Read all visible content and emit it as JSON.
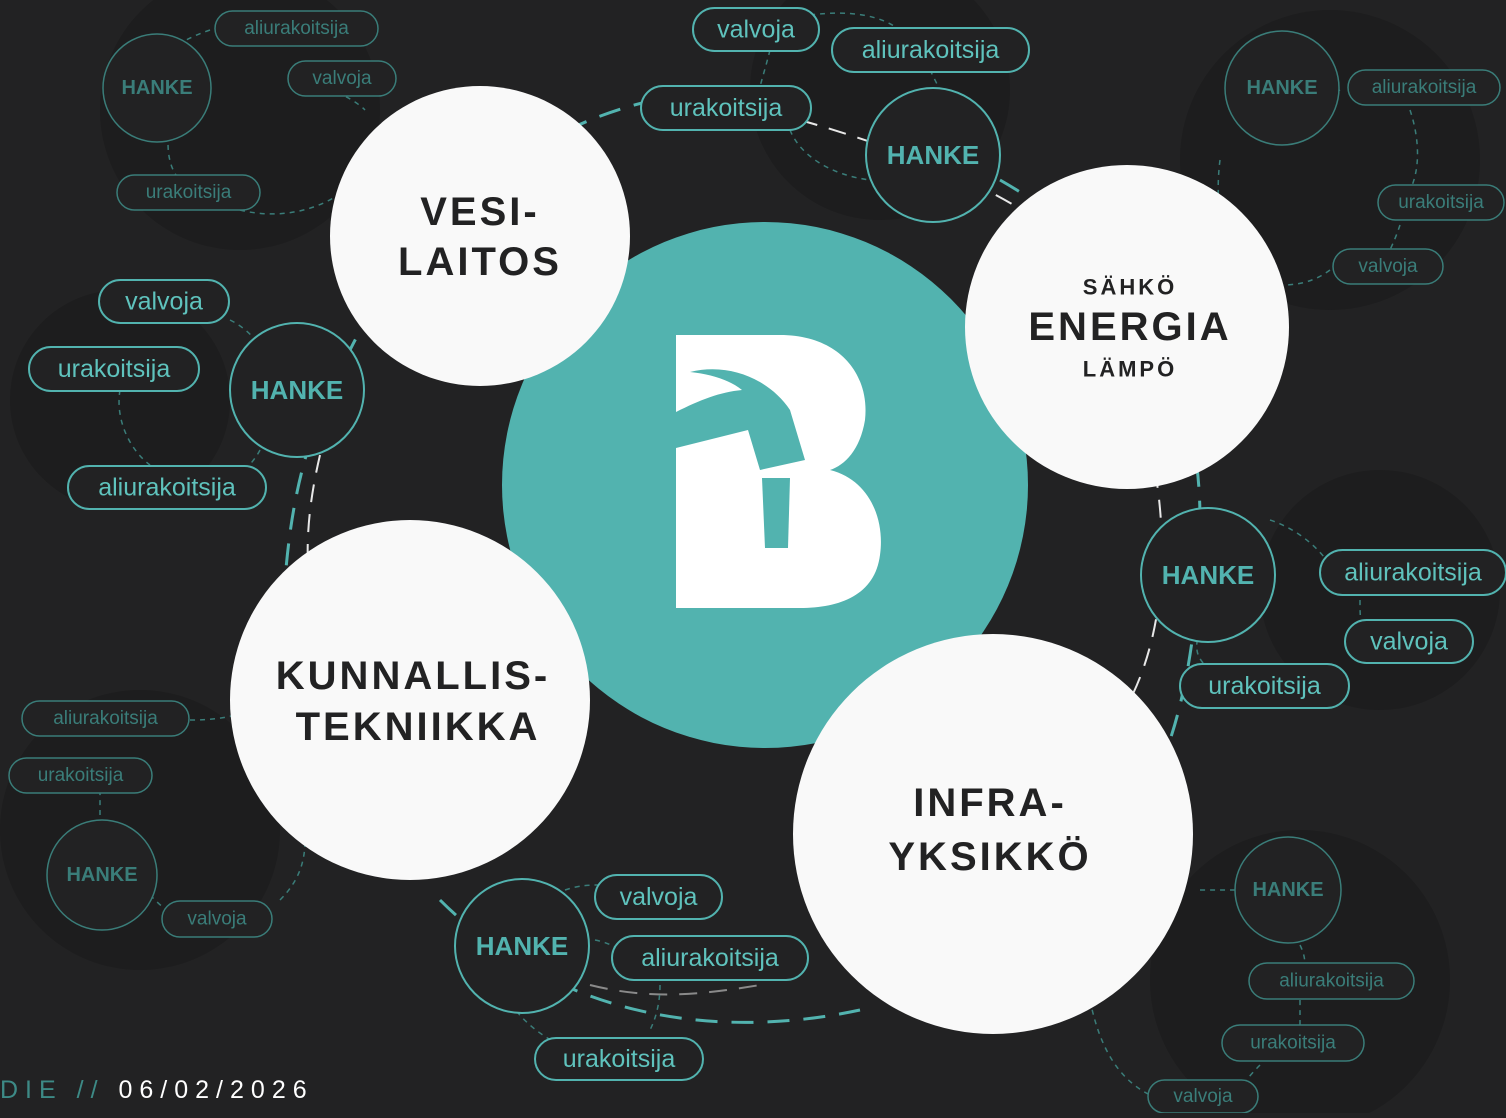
{
  "center": {
    "logo": "B-hammer-logo",
    "color": "#52B3AF"
  },
  "sectors": [
    {
      "id": "vesilaitos",
      "lines": [
        "VESI-",
        "LAITOS"
      ]
    },
    {
      "id": "energia",
      "top": "SÄHKÖ",
      "main": "ENERGIA",
      "bottom": "LÄMPÖ"
    },
    {
      "id": "kunnallistekniikka",
      "lines": [
        "KUNNALLIS-",
        "TEKNIIKKA"
      ]
    },
    {
      "id": "infrayksikko",
      "lines": [
        "INFRA-",
        "YKSIKKÖ"
      ]
    }
  ],
  "labels": {
    "hanke": "HANKE",
    "valvoja": "valvoja",
    "urakoitsija": "urakoitsija",
    "aliurakoitsija": "aliurakoitsija"
  },
  "footer": {
    "studio": "DIE",
    "separator": "//",
    "date": "06/02/2026"
  },
  "colors": {
    "background": "#222223",
    "accent": "#52B3AF",
    "accent_dim": "#3A7D79",
    "white": "#F9F9F9"
  }
}
